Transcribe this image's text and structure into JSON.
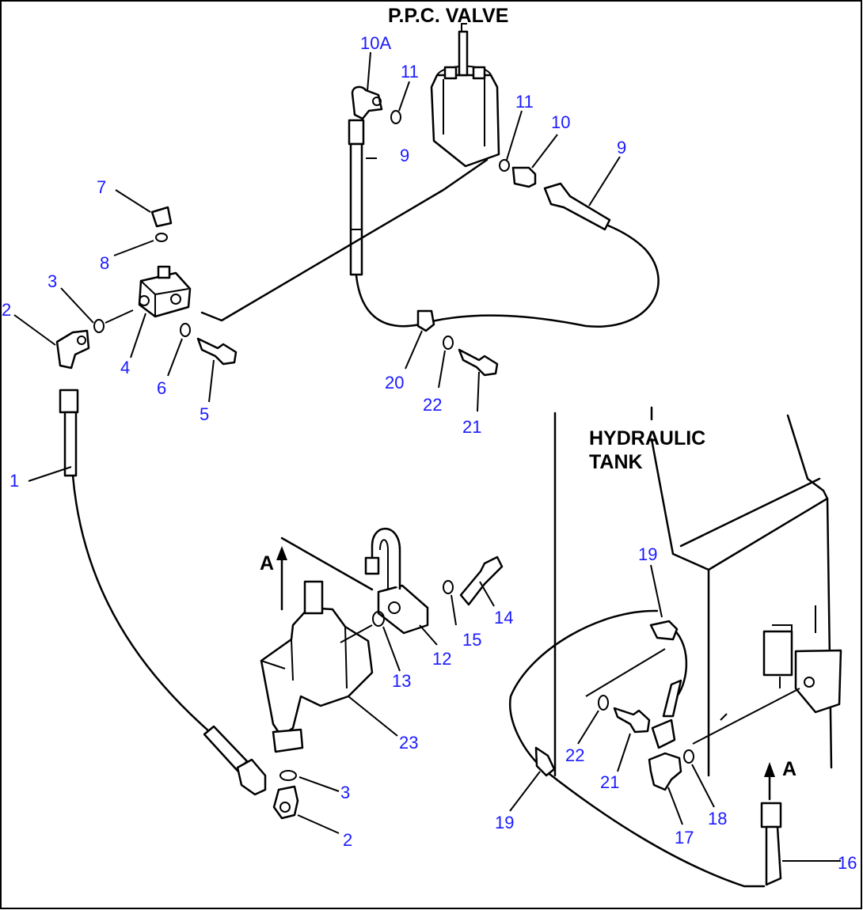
{
  "titles": {
    "ppc_valve": "P.P.C.  VALVE",
    "hydraulic_tank_line1": "HYDRAULIC",
    "hydraulic_tank_line2": "TANK"
  },
  "view_markers": {
    "arrow_a_left": "A",
    "arrow_a_right": "A"
  },
  "callouts": {
    "c10a": "10A",
    "c11_left": "11",
    "c11_right": "11",
    "c10": "10",
    "c9_left": "9",
    "c9_right": "9",
    "c7": "7",
    "c8": "8",
    "c3_top": "3",
    "c2_top": "2",
    "c4": "4",
    "c6": "6",
    "c5": "5",
    "c20": "20",
    "c22_top": "22",
    "c21_top": "21",
    "c1": "1",
    "c14": "14",
    "c15": "15",
    "c12": "12",
    "c13": "13",
    "c23": "23",
    "c3_bottom": "3",
    "c2_bottom": "2",
    "c19_top": "19",
    "c22_bottom": "22",
    "c21_bottom": "21",
    "c19_bottom": "19",
    "c17": "17",
    "c18": "18",
    "c16": "16"
  },
  "colors": {
    "callout_text": "#1a1aff",
    "line_art": "#000000",
    "background": "#ffffff"
  }
}
